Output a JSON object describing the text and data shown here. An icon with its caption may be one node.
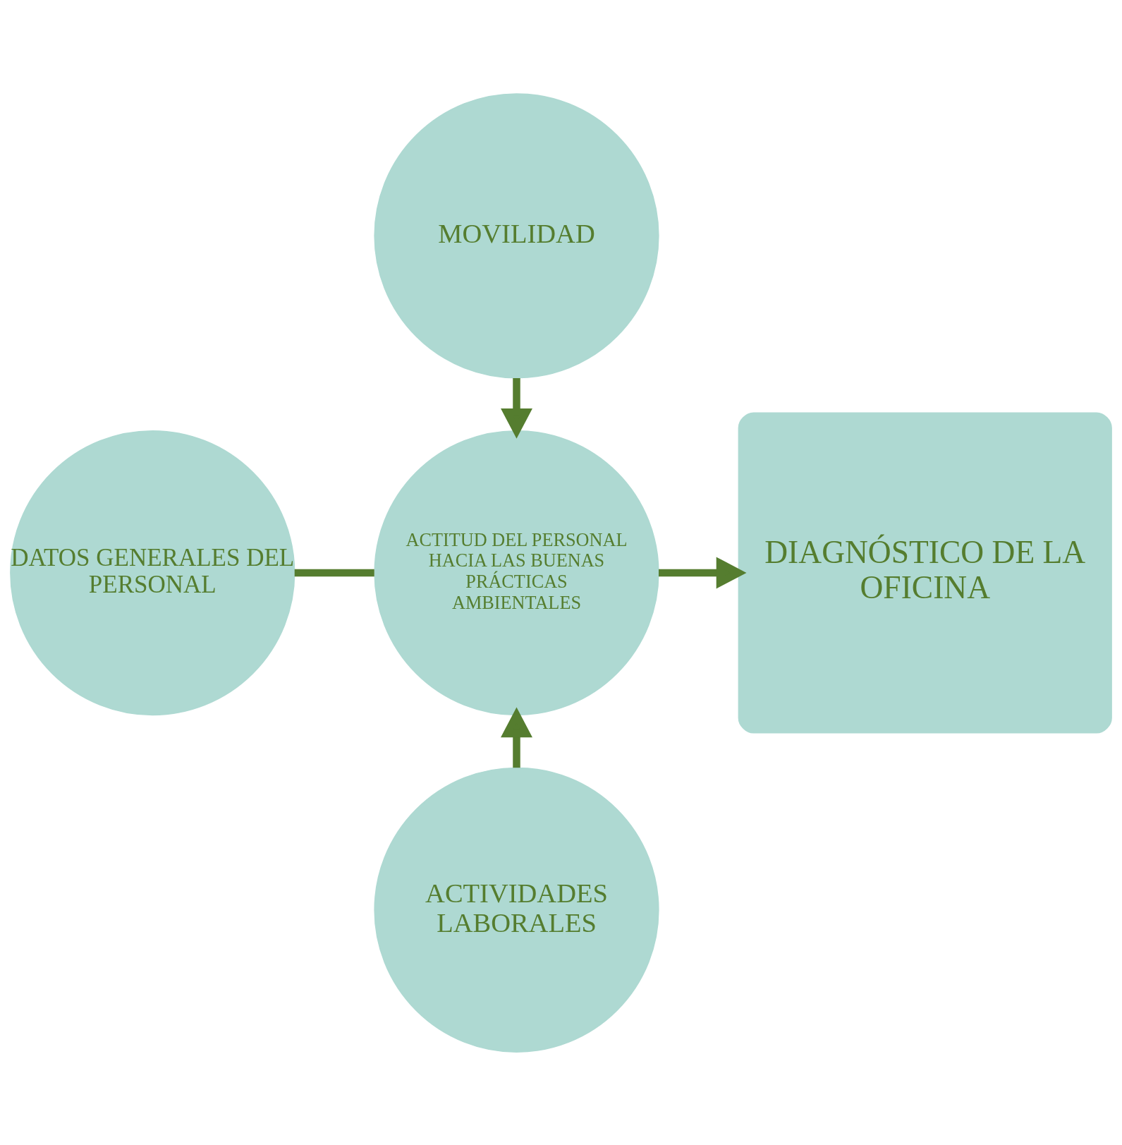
{
  "diagram": {
    "nodes": [
      {
        "text": [
          "MOVILIDAD"
        ]
      },
      {
        "text": [
          "DATOS GENERALES DEL PERSONAL"
        ]
      },
      {
        "text": [
          "ACTITUD DEL PERSONAL HACIA LAS BUENAS PRÁCTICAS AMBIENTALES"
        ]
      },
      {
        "text": [
          "DIAGNÓSTICO DE LA OFICINA"
        ]
      },
      {
        "text": [
          "ACTIVIDADES LABORALES"
        ]
      }
    ],
    "edges": [
      {
        "from": 0,
        "to": 2,
        "arrow": "to"
      },
      {
        "from": 1,
        "to": 2,
        "arrow": "none"
      },
      {
        "from": 2,
        "to": 3,
        "arrow": "to"
      },
      {
        "from": 4,
        "to": 2,
        "arrow": "to"
      }
    ]
  }
}
